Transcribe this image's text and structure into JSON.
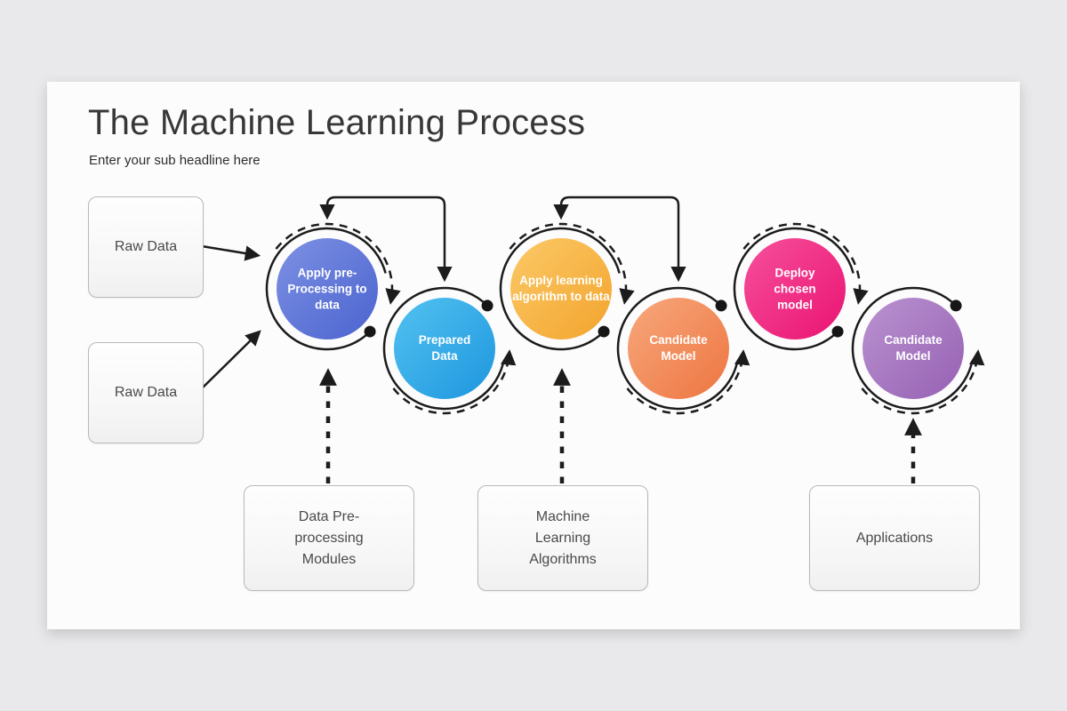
{
  "slide": {
    "title": "The Machine Learning Process",
    "subtitle": "Enter your sub headline here"
  },
  "source_boxes": [
    {
      "label": "Raw Data"
    },
    {
      "label": "Raw Data"
    }
  ],
  "circles": [
    {
      "label": "Apply pre-Processing to data",
      "gradient_start": "#7e91e3",
      "gradient_end": "#4a63cf"
    },
    {
      "label": "Prepared Data",
      "gradient_start": "#52c2f0",
      "gradient_end": "#1e96df"
    },
    {
      "label": "Apply learning algorithm to data",
      "gradient_start": "#fbc967",
      "gradient_end": "#f3a42d"
    },
    {
      "label": "Candidate Model",
      "gradient_start": "#f7a87d",
      "gradient_end": "#ee7540"
    },
    {
      "label": "Deploy chosen model",
      "gradient_start": "#f6509c",
      "gradient_end": "#ea1372"
    },
    {
      "label": "Candidate Model",
      "gradient_start": "#bb93d1",
      "gradient_end": "#9560b2"
    }
  ],
  "process_boxes": [
    {
      "label": "Data Pre-processing Modules"
    },
    {
      "label": "Machine Learning Algorithms"
    },
    {
      "label": "Applications"
    }
  ],
  "colors": {
    "ink": "#1c1c1c",
    "slide_background": "#fcfcfd",
    "page_background": "#e9e9eb",
    "box_border": "#b9b9bc",
    "box_text": "#4a4a4a",
    "title_text": "#373737"
  }
}
